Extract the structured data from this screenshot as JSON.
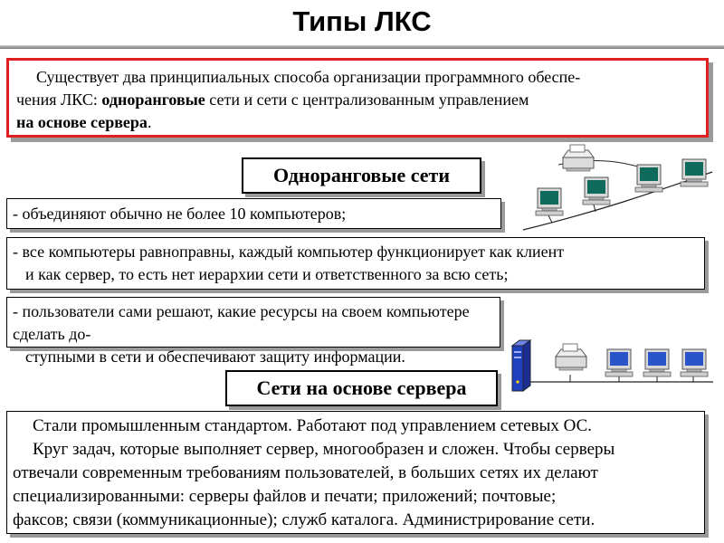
{
  "title": "Типы ЛКС",
  "intro": {
    "line1": "Существует два принципиальных способа организации программного обеспе-",
    "line2_pre": "чения ЛКС: ",
    "line2_bold": "одноранговые",
    "line2_post": " сети и сети с централизованным управлением",
    "line3_bold": "на основе сервера",
    "line3_post": "."
  },
  "peer_section": {
    "heading": "Одноранговые сети",
    "point1": "- объединяют обычно не более 10 компьютеров;",
    "point2_line1": "- все компьютеры равноправны, каждый компьютер функционирует как клиент",
    "point2_line2": "и как сервер, то есть нет иерархии сети и ответственного за всю сеть;",
    "point3_line1": "- пользователи сами решают, какие ресурсы на своем компьютере сделать до-",
    "point3_line2": "ступными в сети и обеспечивают защиту информации."
  },
  "server_section": {
    "heading": "Сети на основе сервера",
    "lines": [
      "Стали промышленным стандартом. Работают под управлением сетевых ОС.",
      "Круг задач, которые выполняет сервер, многообразен и сложен. Чтобы серверы",
      "отвечали современным требованиям пользователей, в больших сетях их делают",
      "специализированными: серверы файлов и печати; приложений; почтовые;",
      "факсов; связи (коммуникационные); служб каталога. Администрирование сети."
    ]
  },
  "colors": {
    "intro_border": "#e02020",
    "peer_screen": "#0e6a5a",
    "server_screen": "#2a55c8",
    "server_tower": "#2040c0"
  },
  "icons": [
    "printer-icon",
    "computer-icon",
    "server-tower-icon",
    "network-cable"
  ]
}
